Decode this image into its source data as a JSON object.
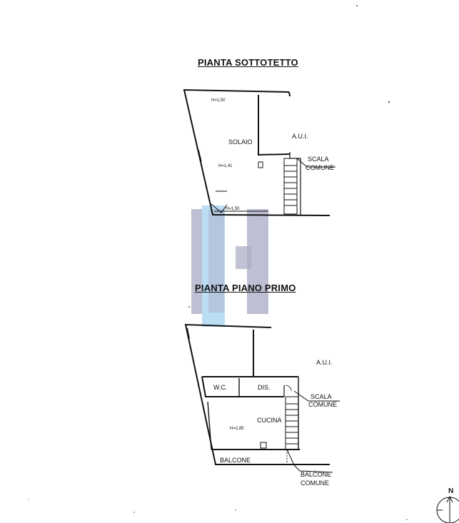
{
  "plans": {
    "attic": {
      "title": "PIANTA SOTTOTETTO",
      "rooms": {
        "solaio": "SOLAIO",
        "aui": "A.U.I."
      },
      "heights": {
        "h1": "H=1,50",
        "h2": "H=1,41",
        "h3": "H=1,50"
      },
      "stair": {
        "line1": "SCALA",
        "line2": "COMUNE"
      }
    },
    "first_floor": {
      "title": "PIANTA PIANO PRIMO",
      "rooms": {
        "wc": "W.C.",
        "dis": "DIS.",
        "cucina": "CUCINA",
        "aui": "A.U.I.",
        "balcone": "BALCONE"
      },
      "heights": {
        "h1": "H=2,85"
      },
      "stair": {
        "line1": "SCALA",
        "line2": "COMUNE"
      },
      "shared_balcony": {
        "line1": "BALCONE",
        "line2": "COMUNE"
      }
    }
  },
  "compass": {
    "north": "N"
  },
  "watermark": {
    "colors": {
      "gray": "#a9a9c4",
      "blue": "#9fd0ee"
    }
  }
}
